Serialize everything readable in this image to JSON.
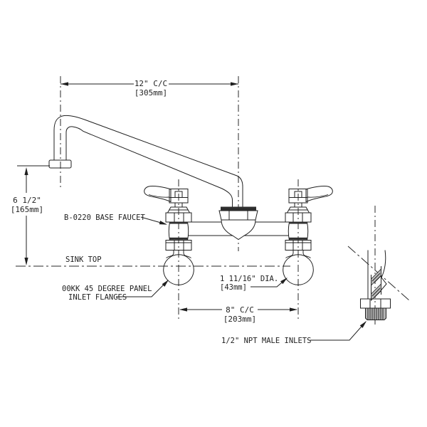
{
  "drawing": {
    "background": "#ffffff",
    "line_color": "#1f1f1f",
    "labels": {
      "baseFaucet": "B-0220 BASE FAUCET",
      "sinkTop": "SINK TOP",
      "flange1": "00KK 45 DEGREE PANEL",
      "flange2": "INLET FLANGES",
      "nptInlets": "1/2\" NPT MALE INLETS"
    },
    "dims": {
      "reach": "12\" C/C",
      "reachMm": "[305mm]",
      "height": "6 1/2\"",
      "heightMm": "[165mm]",
      "centers": "8\" C/C",
      "centersMm": "[203mm]",
      "dia": "1 11/16\" DIA.",
      "diaMm": "[43mm]"
    }
  }
}
